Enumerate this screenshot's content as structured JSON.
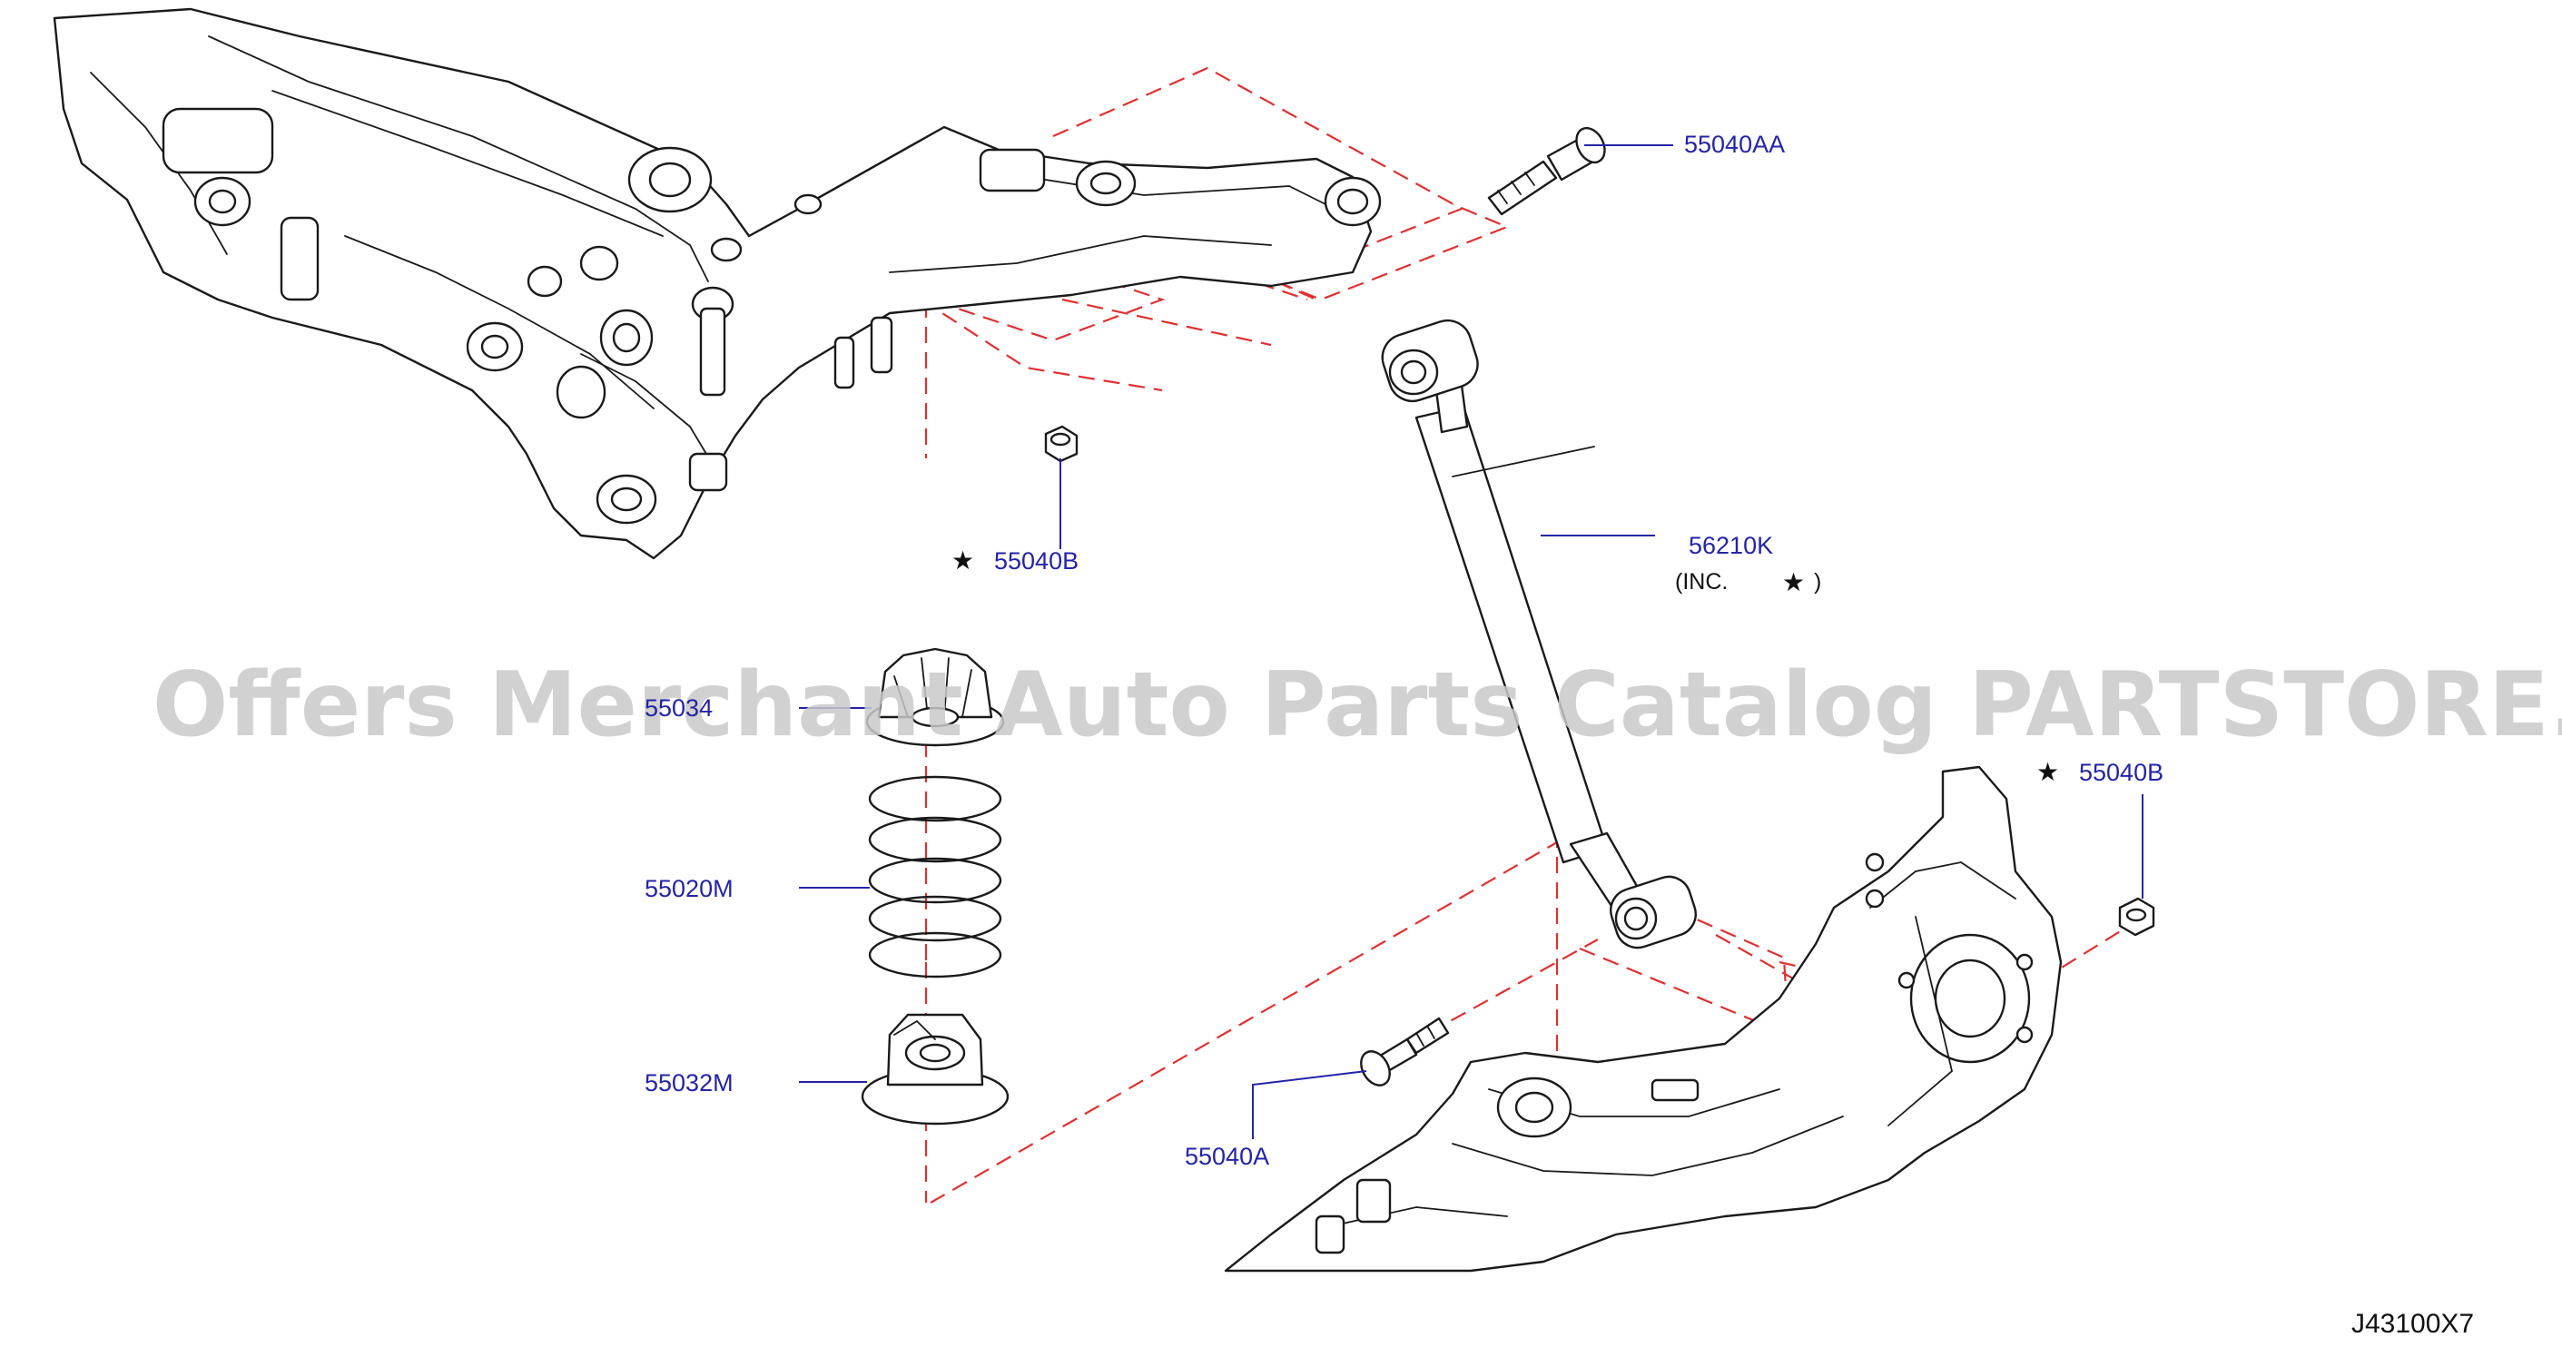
{
  "diagram": {
    "code": "J43100X7",
    "watermark": "Offers Merchant Auto Parts Catalog PARTSTORE.SA",
    "colors": {
      "label": "#2424a8",
      "dashed_line": "#e03030",
      "outline": "#1a1a1a",
      "watermark": "#c9c9c9"
    },
    "parts": {
      "bolt_upper": {
        "number": "55040AA"
      },
      "nut_upper": {
        "star": "★",
        "number": "55040B"
      },
      "shock": {
        "number": "56210K",
        "note_open": "(INC.",
        "note_star": "★",
        "note_close": ")"
      },
      "seat_upper": {
        "number": "55034"
      },
      "spring": {
        "number": "55020M"
      },
      "seat_lower": {
        "number": "55032M"
      },
      "nut_lower": {
        "star": "★",
        "number": "55040B"
      },
      "bolt_lower": {
        "number": "55040A"
      }
    }
  }
}
